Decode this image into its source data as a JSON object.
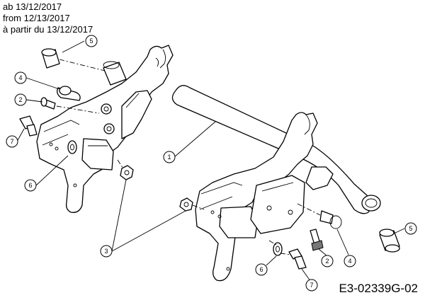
{
  "header": {
    "lines": [
      "ab 13/12/2017",
      "from 12/13/2017",
      "à partir du 13/12/2017"
    ]
  },
  "reference_code": "E3-02339G-02",
  "callouts": [
    {
      "id": "c5-top",
      "label": "5"
    },
    {
      "id": "c4-top",
      "label": "4"
    },
    {
      "id": "c2-top",
      "label": "2"
    },
    {
      "id": "c7-top",
      "label": "7"
    },
    {
      "id": "c6-left",
      "label": "6"
    },
    {
      "id": "c1",
      "label": "1"
    },
    {
      "id": "c3",
      "label": "3"
    },
    {
      "id": "c5-right",
      "label": "5"
    },
    {
      "id": "c4-right",
      "label": "4"
    },
    {
      "id": "c2-right",
      "label": "2"
    },
    {
      "id": "c6-bottom",
      "label": "6"
    },
    {
      "id": "c7-bottom",
      "label": "7"
    }
  ]
}
